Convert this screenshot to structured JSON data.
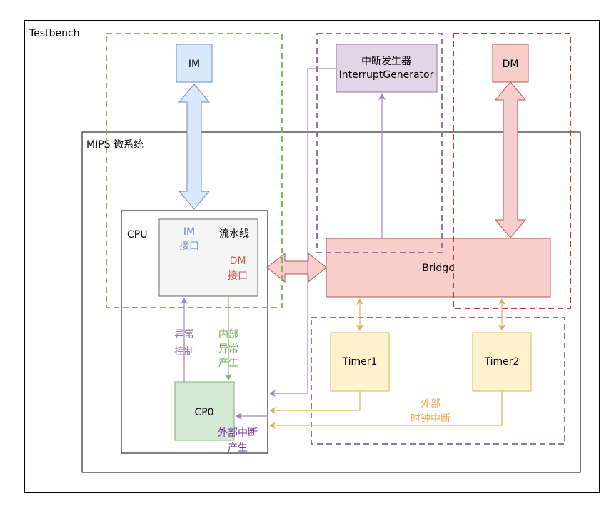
{
  "labels": {
    "testbench": "Testbench",
    "mips": "MIPS 微系统",
    "cpu": "CPU",
    "im": "IM",
    "dm": "DM",
    "interrupt_generator_line1": "中断发生器",
    "interrupt_generator_line2": "InterruptGenerator",
    "pipeline": "流水线",
    "im_interface_line1": "IM",
    "im_interface_line2": "接口",
    "dm_interface_line1": "DM",
    "dm_interface_line2": "接口",
    "bridge": "Bridge",
    "timer1": "Timer1",
    "timer2": "Timer2",
    "cp0": "CP0",
    "exception_control_line1": "异常",
    "exception_control_line2": "控制",
    "internal_exception_line1": "内部",
    "internal_exception_line2": "异常",
    "internal_exception_line3": "产生",
    "external_clock_irq_line1": "外部",
    "external_clock_irq_line2": "时钟中断",
    "external_irq_line1": "外部中断",
    "external_irq_line2": "产生"
  },
  "colors": {
    "im_fill": "#dae8fc",
    "im_stroke": "#6c8ebf",
    "dm_fill": "#f8cecc",
    "dm_stroke": "#b85450",
    "ig_fill": "#e1d5e7",
    "ig_stroke": "#9673a6",
    "timer_fill": "#fff2cc",
    "timer_stroke": "#d6b656",
    "cp0_fill": "#d5e8d4",
    "cp0_stroke": "#82b366",
    "pipeline_fill": "#f5f5f5",
    "pipeline_stroke": "#666666",
    "green_dash": "#82b366",
    "purple_dash": "#9673a6",
    "red_dash": "#ae4132",
    "purple_line": "#a680b8",
    "orange_text": "#f7a95c",
    "green_text": "#6aa84f",
    "dark_purple_text": "#7030a0"
  }
}
